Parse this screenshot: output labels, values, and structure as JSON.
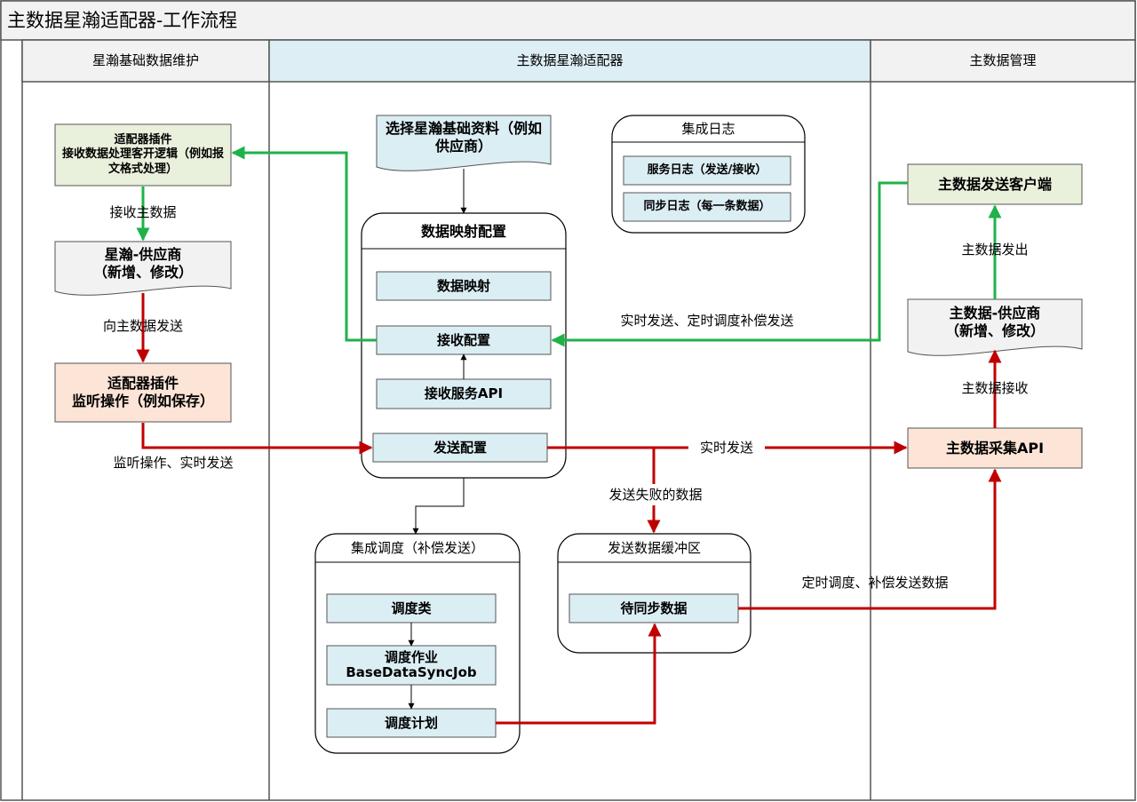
{
  "title": "主数据星瀚适配器-工作流程",
  "lanes": {
    "left": "星瀚基础数据维护",
    "middle": "主数据星瀚适配器",
    "right": "主数据管理"
  },
  "left_lane": {
    "plugin_receive": "适配器插件\n接收数据处理客开逻辑（例如报文格式处理）",
    "receive_label": "接收主数据",
    "supplier_doc": "星瀚-供应商\n（新增、修改）",
    "send_label": "向主数据发送",
    "plugin_listen": "适配器插件\n监听操作（例如保存）",
    "listen_label": "监听操作、实时发送"
  },
  "middle_lane": {
    "select_doc": "选择星瀚基础资料（例如供应商）",
    "log_group": "集成日志",
    "log_service": "服务日志（发送/接收）",
    "log_sync": "同步日志（每一条数据）",
    "mapping_group": "数据映射配置",
    "mapping": "数据映射",
    "receive_config": "接收配置",
    "receive_api": "接收服务API",
    "send_config": "发送配置",
    "schedule_group": "集成调度（补偿发送）",
    "schedule_class": "调度类",
    "schedule_job": "调度作业\nBaseDataSyncJob",
    "schedule_plan": "调度计划",
    "buffer_group": "发送数据缓冲区",
    "pending_data": "待同步数据",
    "realtime_comp_label": "实时发送、定时调度补偿发送",
    "realtime_label": "实时发送",
    "failed_label": "发送失败的数据",
    "timed_label": "定时调度、补偿发送数据"
  },
  "right_lane": {
    "send_client": "主数据发送客户端",
    "out_label": "主数据发出",
    "supplier_doc": "主数据-供应商\n（新增、修改）",
    "in_label": "主数据接收",
    "collect_api": "主数据采集API"
  },
  "colors": {
    "green_flow": "#1fb24a",
    "red_flow": "#c00000",
    "green_fill": "#e9f0dc",
    "orange_fill": "#fce4d6",
    "blue_fill": "#dbeef4",
    "doc_fill": "#f2f2f2",
    "lane_header_highlight": "#ddeef5"
  }
}
